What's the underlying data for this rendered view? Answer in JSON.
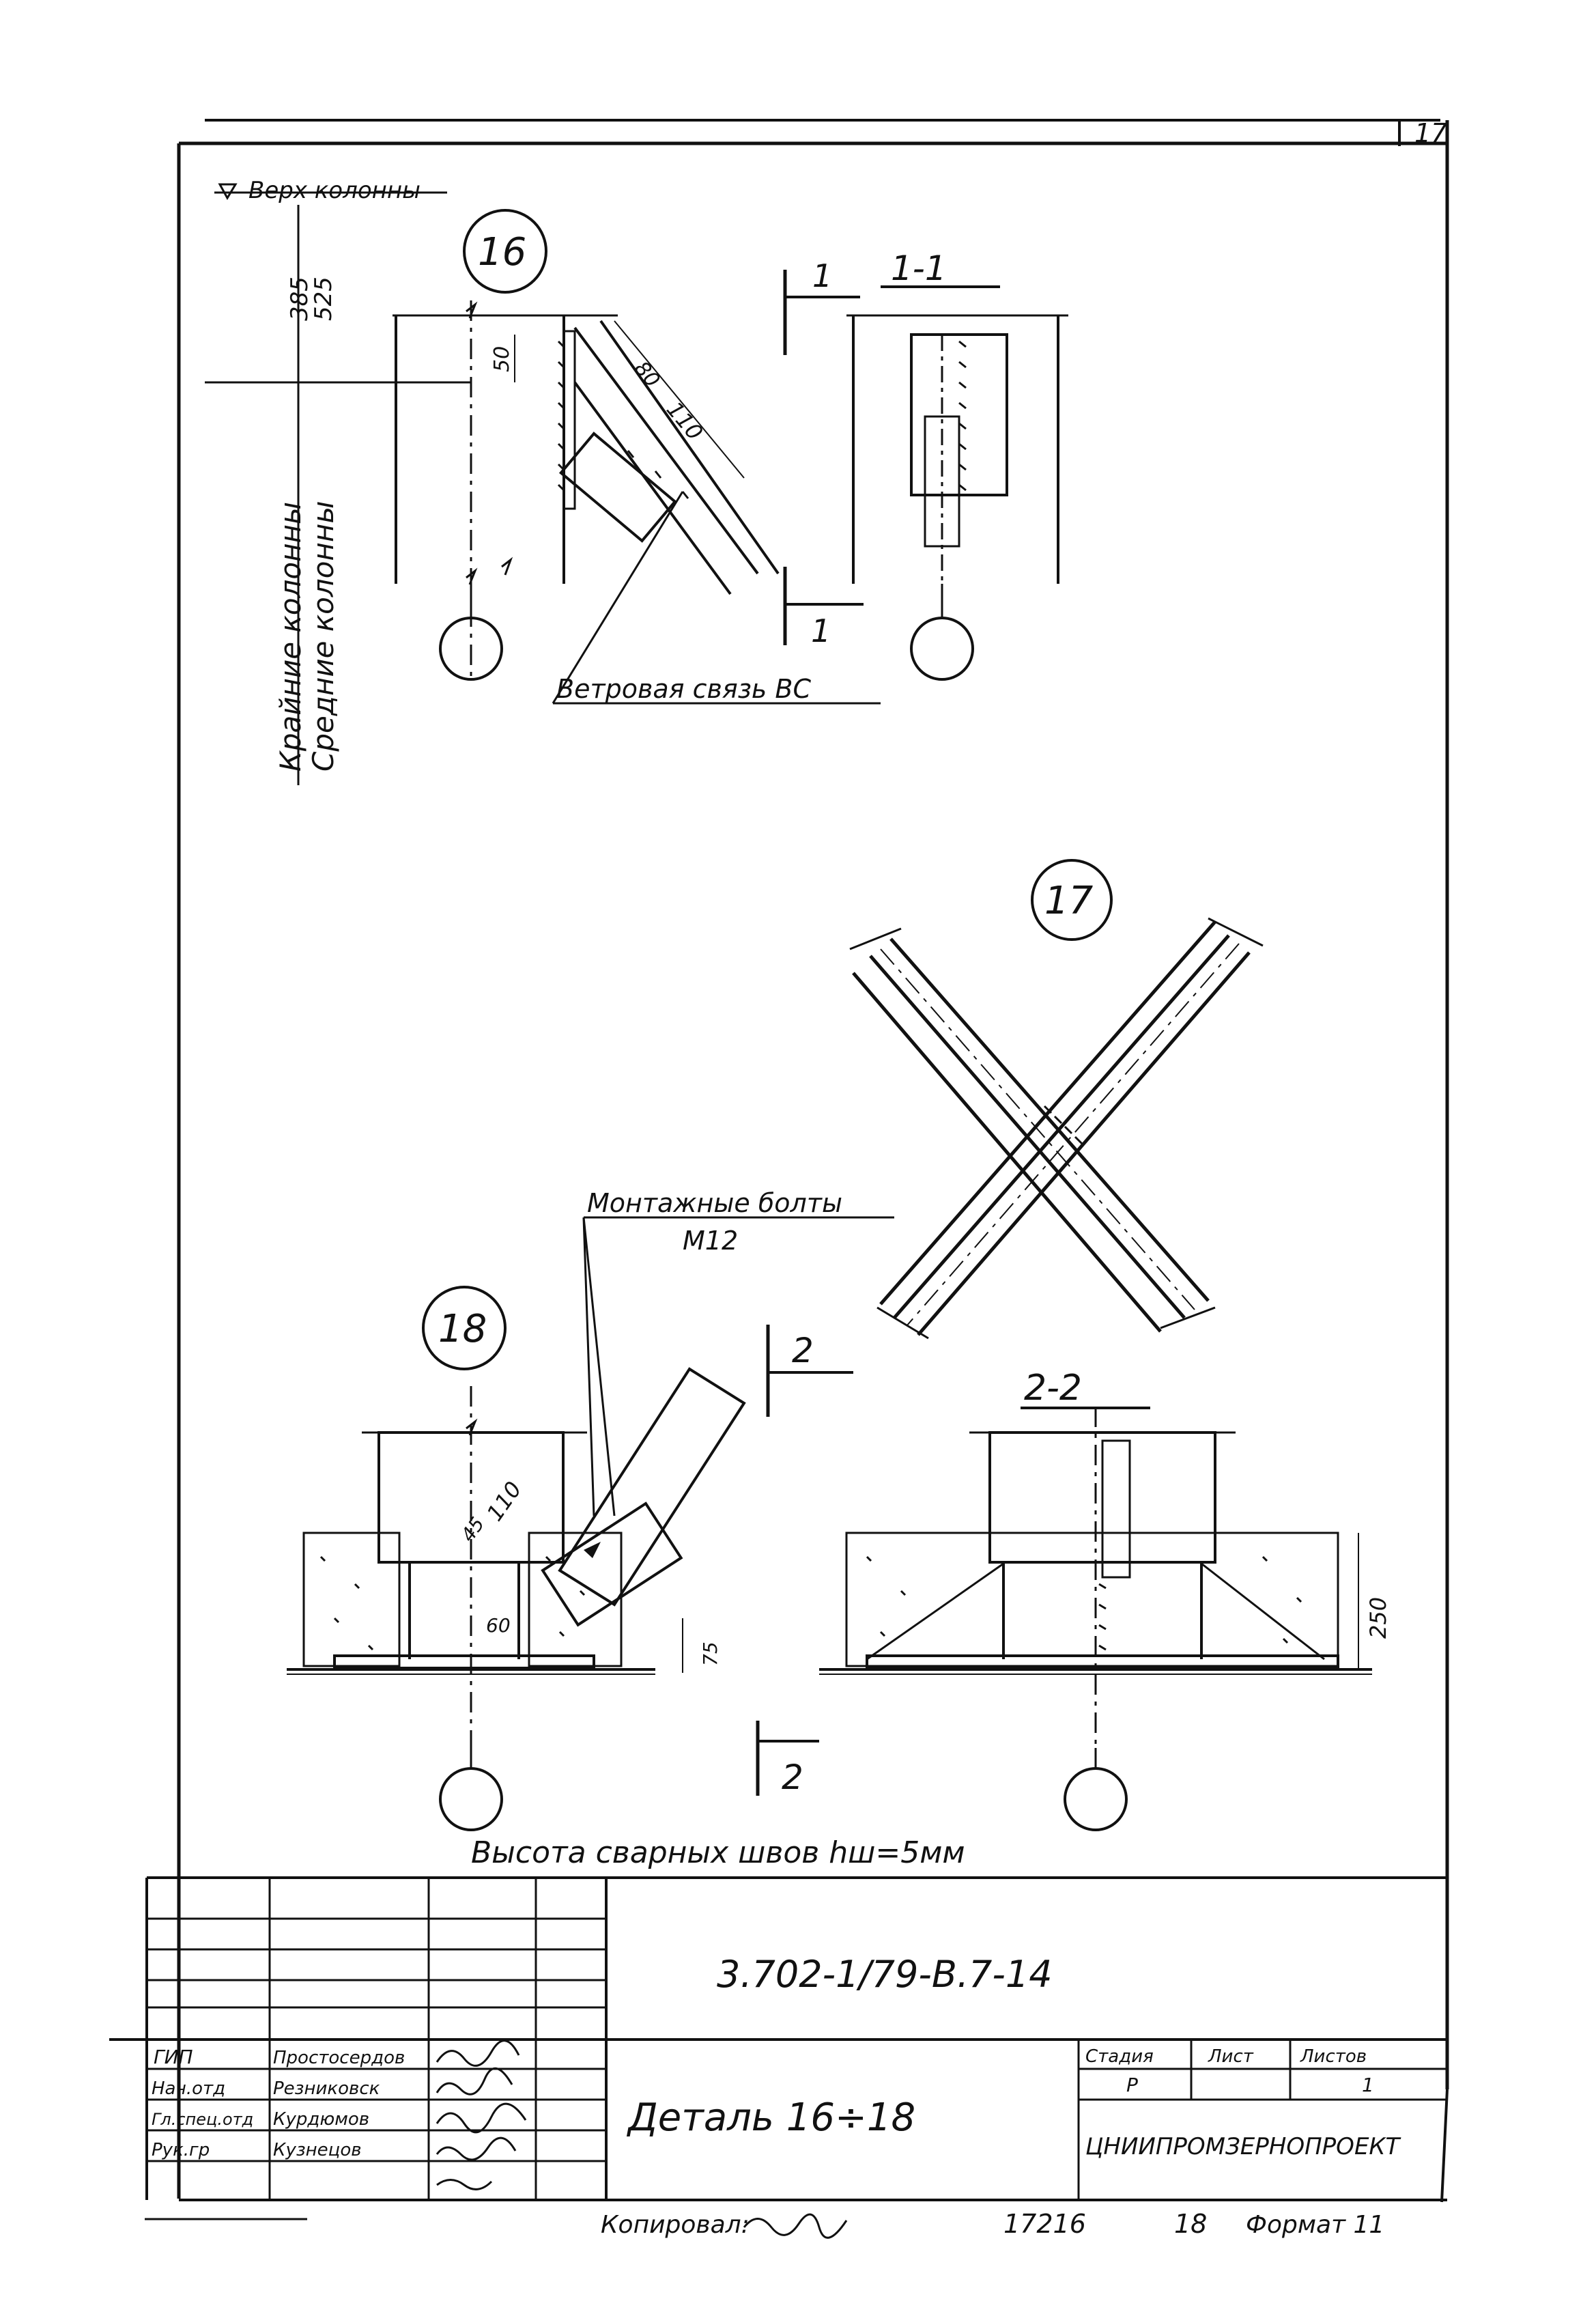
{
  "sheet": {
    "number": "17"
  },
  "top_detail": {
    "marker": "16",
    "column_top": "Верх колонны",
    "dim_385": "385",
    "dim_525": "525",
    "dim_50": "50",
    "dim_80": "80",
    "dim_110": "110",
    "label_outer": "Крайние колонны",
    "label_middle": "Средние колонны",
    "wind_brace": "Ветровая связь ВС",
    "cut_label": "1",
    "section_title": "1-1"
  },
  "cross_detail": {
    "marker": "17"
  },
  "bottom_detail": {
    "marker": "18",
    "bolts_label": "Монтажные болты",
    "bolts_size": "M12",
    "dim_45": "45",
    "dim_110": "110",
    "dim_60": "60",
    "dim_75": "75",
    "cut_label": "2",
    "section_title": "2-2",
    "dim_250": "250"
  },
  "note": "Высота сварных швов hш=5мм",
  "title_block": {
    "code": "3.702-1/79-В.7-14",
    "title": "Деталь 16÷18",
    "org": "ЦНИИПРОМЗЕРНОПРОЕКТ",
    "col_stage": "Стадия",
    "col_sheet": "Лист",
    "col_sheets": "Листов",
    "stage_val": "Р",
    "sheets_val": "1",
    "staff": [
      {
        "role": "ГИП",
        "name": "Простосердов"
      },
      {
        "role": "Нач.отд",
        "name": "Резниковск"
      },
      {
        "role": "Гл.спец.отд",
        "name": "Курдюмов"
      },
      {
        "role": "Рук.гр",
        "name": "Кузнецов"
      },
      {
        "role": "",
        "name": ""
      }
    ]
  },
  "footer": {
    "copied": "Копировал:",
    "number": "17216",
    "sheet": "18",
    "format": "Формат 11"
  }
}
